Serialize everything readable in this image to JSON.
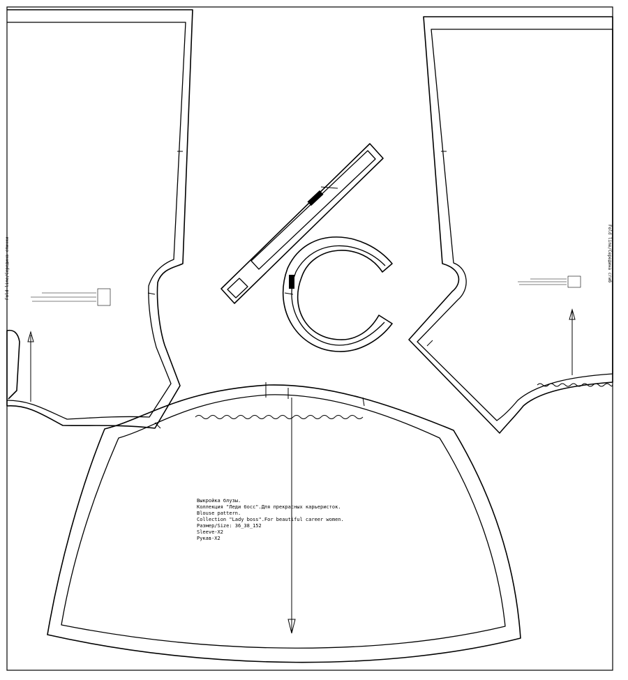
{
  "sheet": {
    "front_fold_label": "Fold line/Середина сгиб",
    "back_fold_label": "Fold line/Середина спинки",
    "sleeve_label_lines": [
      "Выкройка блузы.",
      "Коллекция \"Леди босс\".Для прекрасных карьеристок.",
      "Blouse pattern.",
      "Collection \"Lady boss\".For beautiful career women.",
      "Размер/Size: 36_38_152",
      "Sleeve-X2",
      "Рукав-X2"
    ]
  }
}
